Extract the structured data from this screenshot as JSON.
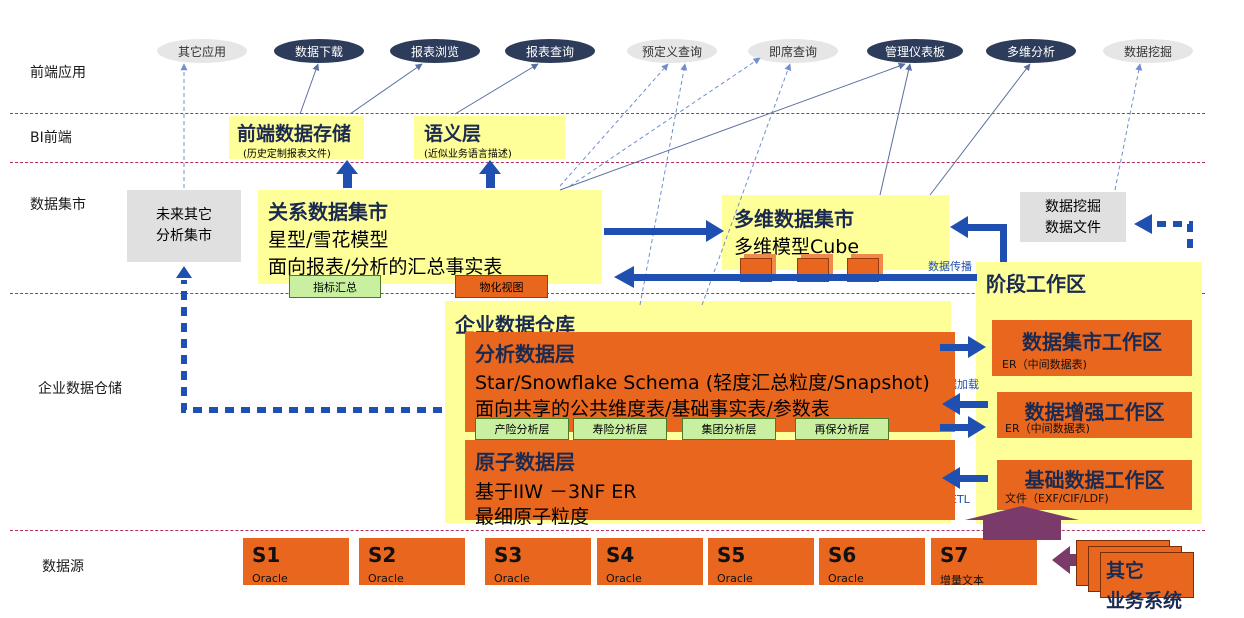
{
  "tiers": [
    "前端应用",
    "BI前端",
    "数据集市",
    "企业数据仓储",
    "数据源"
  ],
  "apps": [
    "其它应用",
    "数据下载",
    "报表浏览",
    "报表查询",
    "预定义查询",
    "即席查询",
    "管理仪表板",
    "多维分析",
    "数据挖掘"
  ],
  "bi": {
    "store_title": "前端数据存储",
    "store_sub": "(历史定制报表文件)",
    "semantic_title": "语义层",
    "semantic_sub": "(近似业务语言描述)"
  },
  "marts": {
    "future": "未来其它\n分析集市",
    "relational_title": "关系数据集市",
    "relational_line1": "星型/雪花模型",
    "relational_line2": "面向报表/分析的汇总事实表",
    "tag_indicator": "指标汇总",
    "tag_view": "物化视图",
    "olap_title": "多维数据集市",
    "olap_line1": "多维模型Cube",
    "mining_file": "数据挖掘\n数据文件",
    "propagation": "数据传播"
  },
  "warehouse": {
    "title": "企业数据仓库",
    "analysis_title": "分析数据层",
    "analysis_line1": "Star/Snowflake Schema (轻度汇总粒度/Snapshot)",
    "analysis_line2": "面向共享的公共维度表/基础事实表/参数表",
    "tags": [
      "产险分析层",
      "寿险分析层",
      "集团分析层",
      "再保分析层"
    ],
    "atomic_title": "原子数据层",
    "atomic_line1": "基于IIW －3NF ER",
    "atomic_line2": "最细原子粒度"
  },
  "staging": {
    "title": "阶段工作区",
    "zones": [
      {
        "title": "数据集市工作区",
        "sub": "ER（中间数据表)"
      },
      {
        "title": "数据增强工作区",
        "sub": "ER（中间数据表)"
      },
      {
        "title": "基础数据工作区",
        "sub": "文件（EXF/CIF/LDF)"
      }
    ],
    "load_label": "数据加载",
    "etl_label": "ETL"
  },
  "sources": [
    {
      "name": "S1",
      "sub": "Oracle"
    },
    {
      "name": "S2",
      "sub": "Oracle"
    },
    {
      "name": "S3",
      "sub": "Oracle"
    },
    {
      "name": "S4",
      "sub": "Oracle"
    },
    {
      "name": "S5",
      "sub": "Oracle"
    },
    {
      "name": "S6",
      "sub": "Oracle"
    },
    {
      "name": "S7",
      "sub": "增量文本"
    }
  ],
  "other_systems": "其它\n业务系统",
  "colors": {
    "orange": "#e8661e",
    "yellow": "#ffff99",
    "arrow_blue": "#1f4fb0",
    "navy": "#2d3c5a"
  }
}
